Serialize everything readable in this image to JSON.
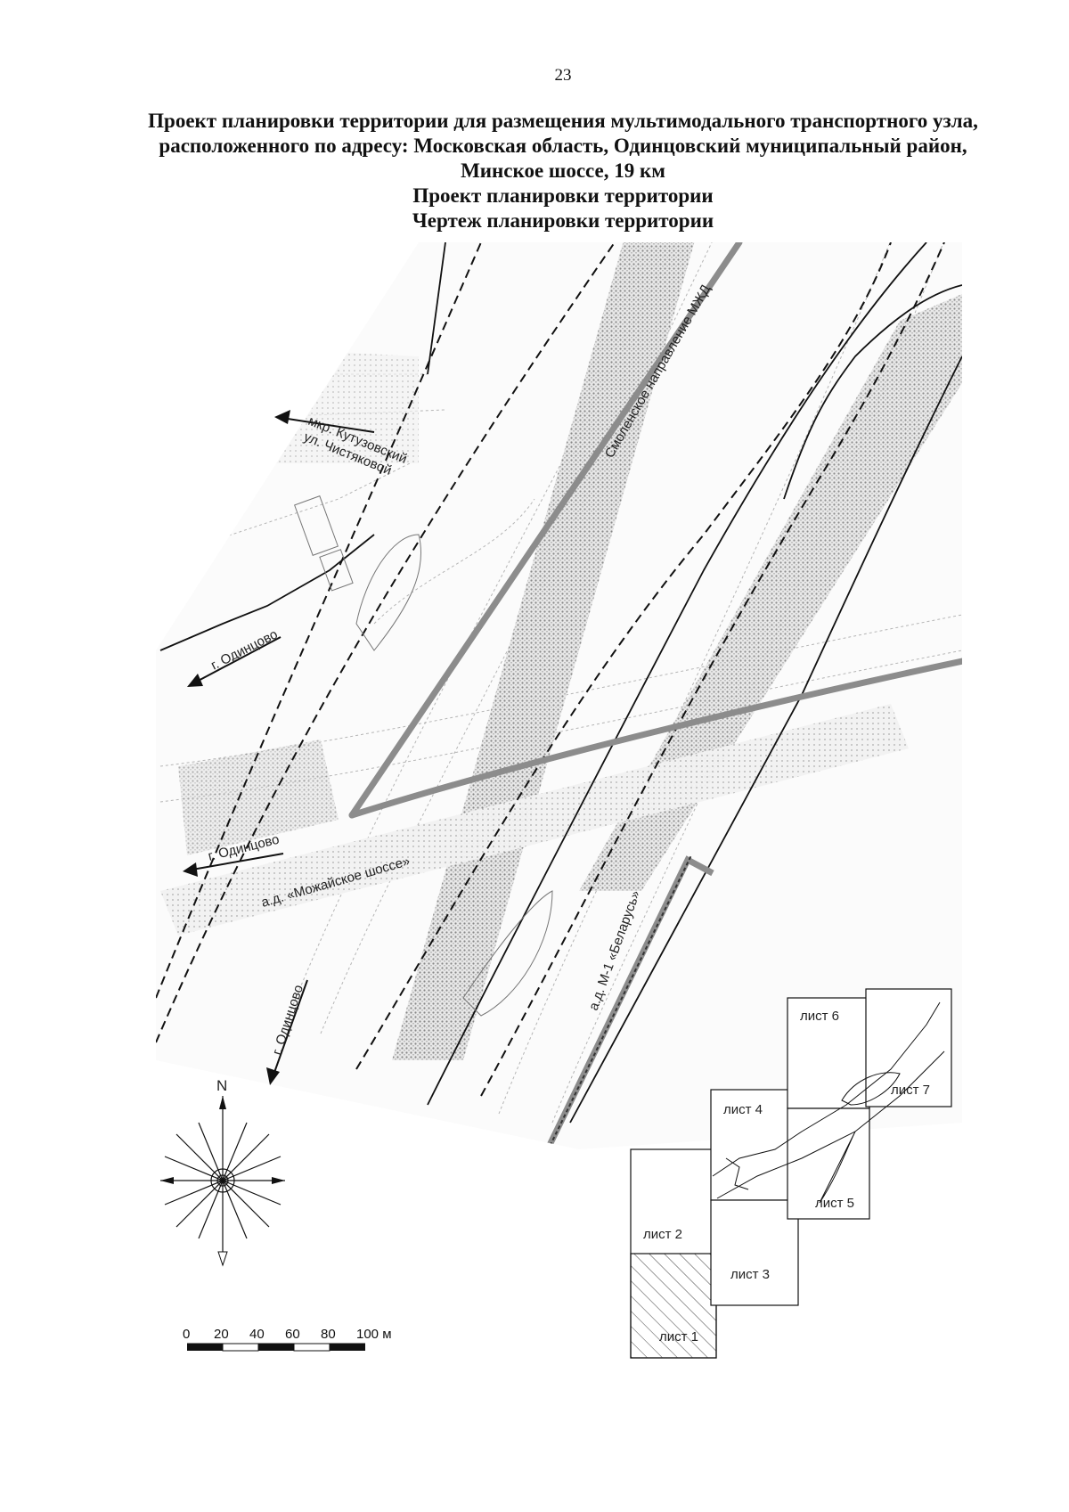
{
  "page": {
    "number": "23"
  },
  "titles": {
    "line1": "Проект планировки территории для размещения мультимодального транспортного узла,",
    "line2": "расположенного по адресу: Московская область, Одинцовский муниципальный район,",
    "line3": "Минское шоссе, 19 км",
    "line4": "Проект планировки территории",
    "line5": "Чертеж планировки территории"
  },
  "map_labels": {
    "kutuzovsky": "мкр. Кутузовский",
    "chistyakovoy": "ул. Чистяковой",
    "railway": "Смоленское направление МЖД",
    "odintsovo_1": "г. Одинцово",
    "odintsovo_2": "г. Одинцово",
    "odintsovo_3": "г. Одинцово",
    "mozhayskoe": "а.д. «Можайское шоссе»",
    "m1": "а.д. М-1 «Беларусь»"
  },
  "compass": {
    "north": "N"
  },
  "scale_bar": {
    "ticks": [
      "0",
      "20",
      "40",
      "60",
      "80",
      "100 м"
    ]
  },
  "sheet_index": {
    "sheets": [
      {
        "label": "лист 1",
        "hatched": true
      },
      {
        "label": "лист 2",
        "hatched": false
      },
      {
        "label": "лист 3",
        "hatched": false
      },
      {
        "label": "лист 4",
        "hatched": false
      },
      {
        "label": "лист 5",
        "hatched": false
      },
      {
        "label": "лист 6",
        "hatched": false
      },
      {
        "label": "лист 7",
        "hatched": false
      }
    ]
  }
}
